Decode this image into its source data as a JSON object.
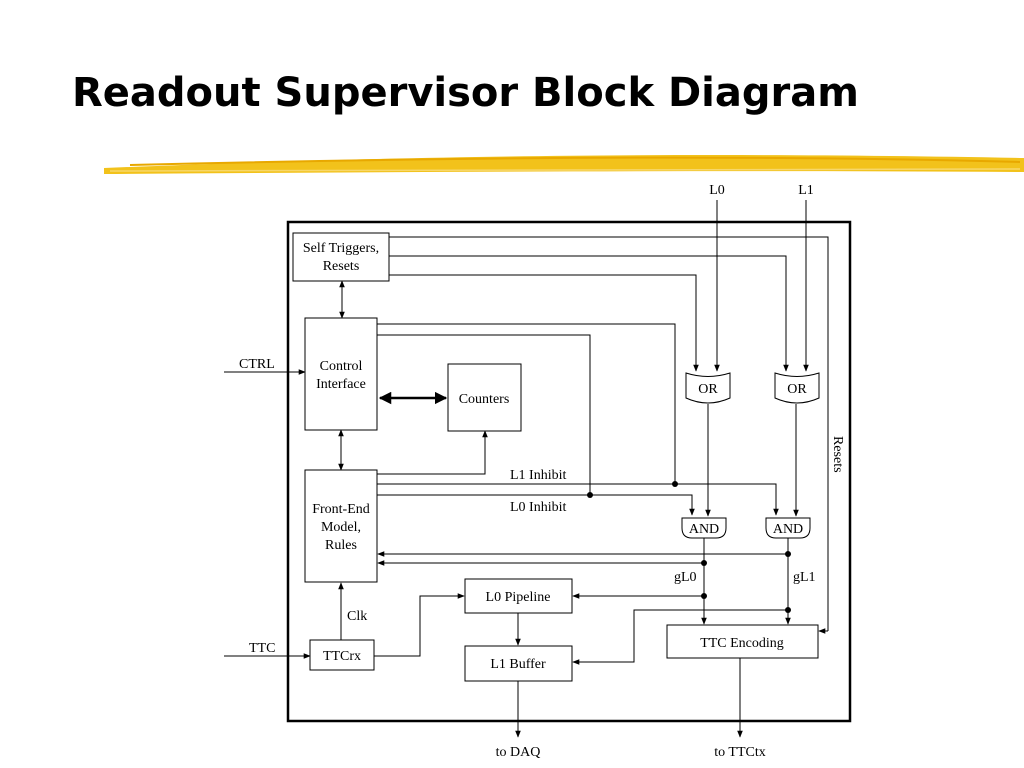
{
  "title": "Readout Supervisor Block Diagram",
  "diagram": {
    "inputs": {
      "l0": "L0",
      "l1": "L1",
      "ctrl": "CTRL",
      "ttc": "TTC"
    },
    "blocks": {
      "self_triggers_line1": "Self Triggers,",
      "self_triggers_line2": "Resets",
      "control_line1": "Control",
      "control_line2": "Interface",
      "counters": "Counters",
      "frontend_line1": "Front-End",
      "frontend_line2": "Model,",
      "frontend_line3": "Rules",
      "ttcrx": "TTCrx",
      "l0_pipeline": "L0 Pipeline",
      "l1_buffer": "L1 Buffer",
      "ttc_encoding": "TTC Encoding"
    },
    "gates": {
      "or_l0": "OR",
      "or_l1": "OR",
      "and_l0": "AND",
      "and_l1": "AND"
    },
    "signals": {
      "l1_inhibit": "L1 Inhibit",
      "l0_inhibit": "L0 Inhibit",
      "gl0": "gL0",
      "gl1": "gL1",
      "clk": "Clk",
      "resets": "Resets"
    },
    "outputs": {
      "to_daq": "to DAQ",
      "to_ttctx": "to TTCtx"
    }
  }
}
